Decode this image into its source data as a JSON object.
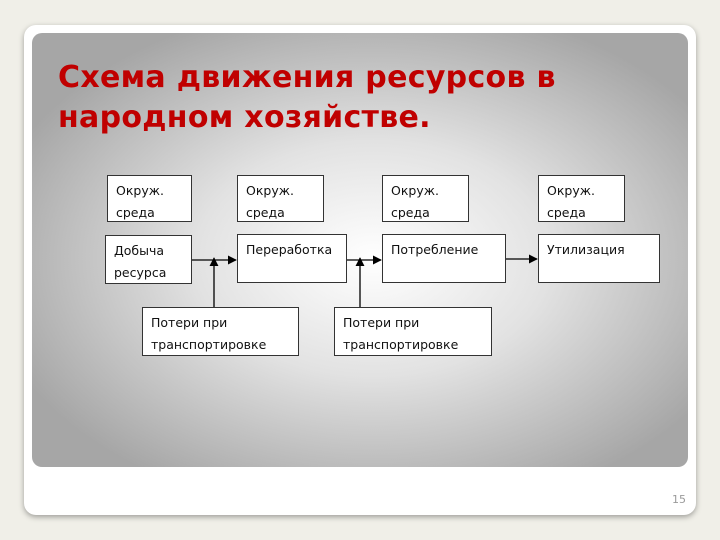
{
  "title": "Схема движения ресурсов в народном хозяйстве.",
  "slide_number": "15",
  "colors": {
    "title": "#c00000",
    "box_border": "#333333",
    "arrow": "#000000"
  },
  "environment_boxes": [
    {
      "line1": "Окруж.",
      "line2": "среда"
    },
    {
      "line1": "Окруж.",
      "line2": "среда"
    },
    {
      "line1": "Окруж.",
      "line2": "среда"
    },
    {
      "line1": "Окруж.",
      "line2": "среда"
    }
  ],
  "process_boxes": [
    {
      "line1": "Добыча",
      "line2": "ресурса"
    },
    {
      "line1": "Переработка",
      "line2": ""
    },
    {
      "line1": "Потребление",
      "line2": ""
    },
    {
      "line1": "Утилизация",
      "line2": ""
    }
  ],
  "loss_boxes": [
    {
      "line1": "Потери при",
      "line2": "транспортировке"
    },
    {
      "line1": "Потери при",
      "line2": "транспортировке"
    }
  ]
}
